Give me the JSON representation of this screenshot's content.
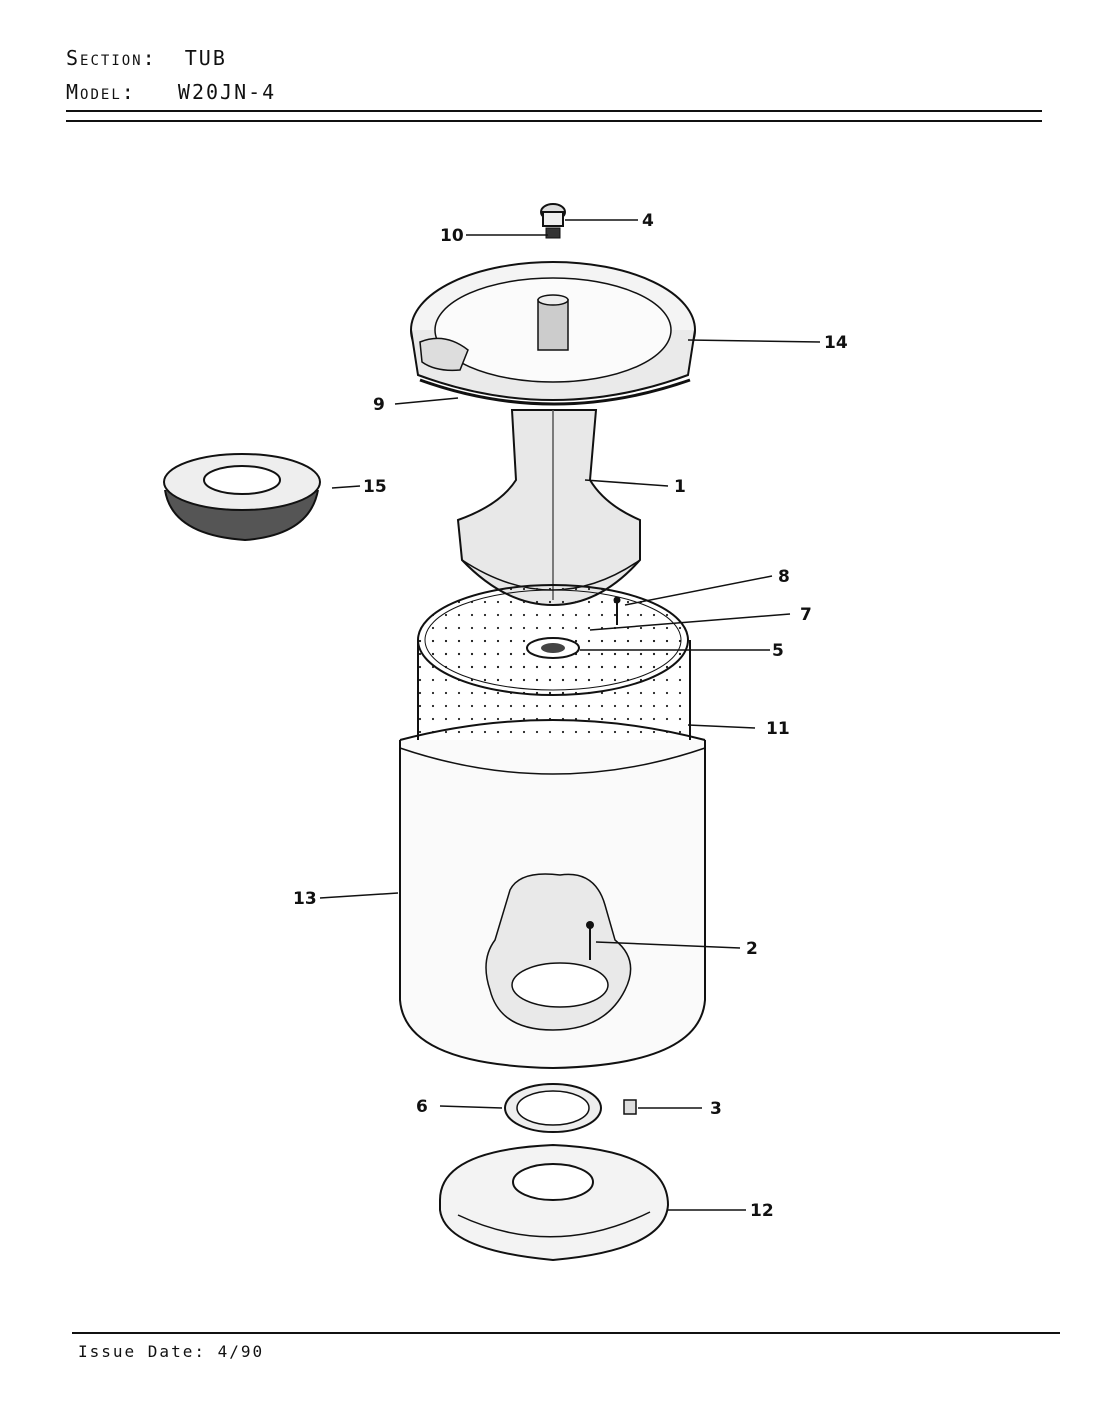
{
  "header": {
    "section_label": "Section:",
    "section_value": "TUB",
    "model_label": "Model:",
    "model_value": "W20JN-4"
  },
  "footer": {
    "issue_date": "Issue Date: 4/90"
  },
  "callouts": [
    "1",
    "2",
    "3",
    "4",
    "5",
    "6",
    "7",
    "8",
    "9",
    "10",
    "11",
    "12",
    "13",
    "14",
    "15"
  ]
}
